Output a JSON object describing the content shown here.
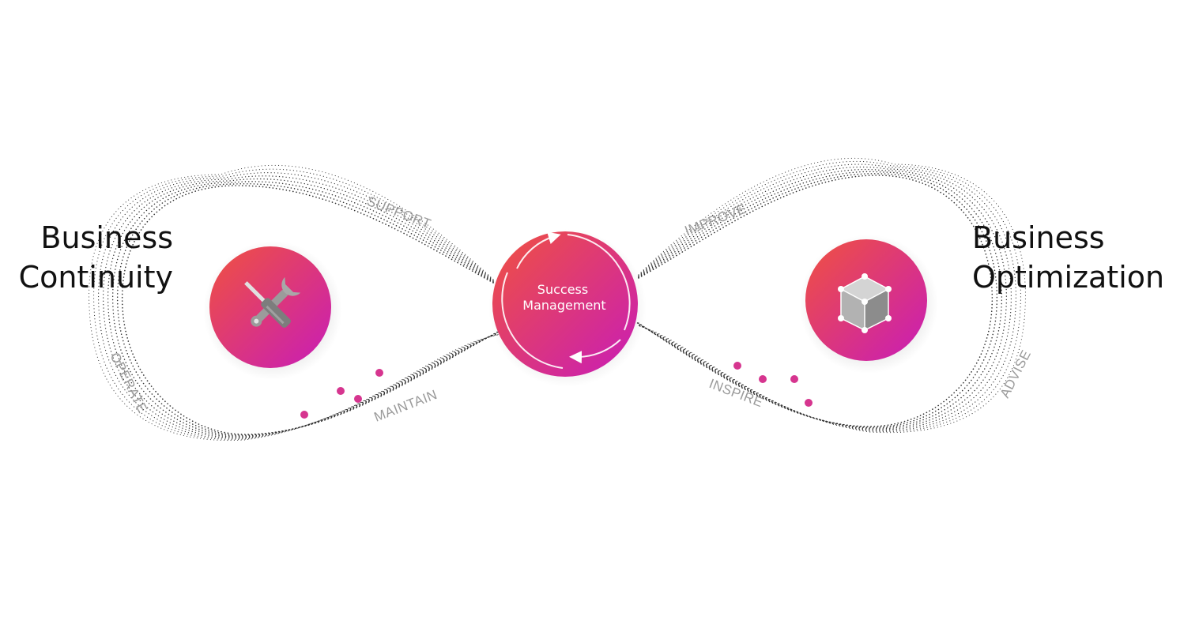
{
  "left": {
    "title_line1": "Business",
    "title_line2": "Continuity",
    "icon": "tools-icon",
    "labels": {
      "top": "SUPPORT",
      "outer": "OPERATE",
      "bottom": "MAINTAIN"
    }
  },
  "center": {
    "line1": "Success",
    "line2": "Management",
    "icon": "cycle-arrows-icon"
  },
  "right": {
    "title_line1": "Business",
    "title_line2": "Optimization",
    "icon": "cube-icon",
    "labels": {
      "top": "IMPROVE",
      "outer": "ADVISE",
      "bottom": "INSPIRE"
    }
  },
  "colors": {
    "gradient_start": "#f0523f",
    "gradient_end": "#c81cb8",
    "dots": "#333333",
    "accent_dots": "#d6358f",
    "label": "#9a9a9a",
    "title": "#111111"
  }
}
